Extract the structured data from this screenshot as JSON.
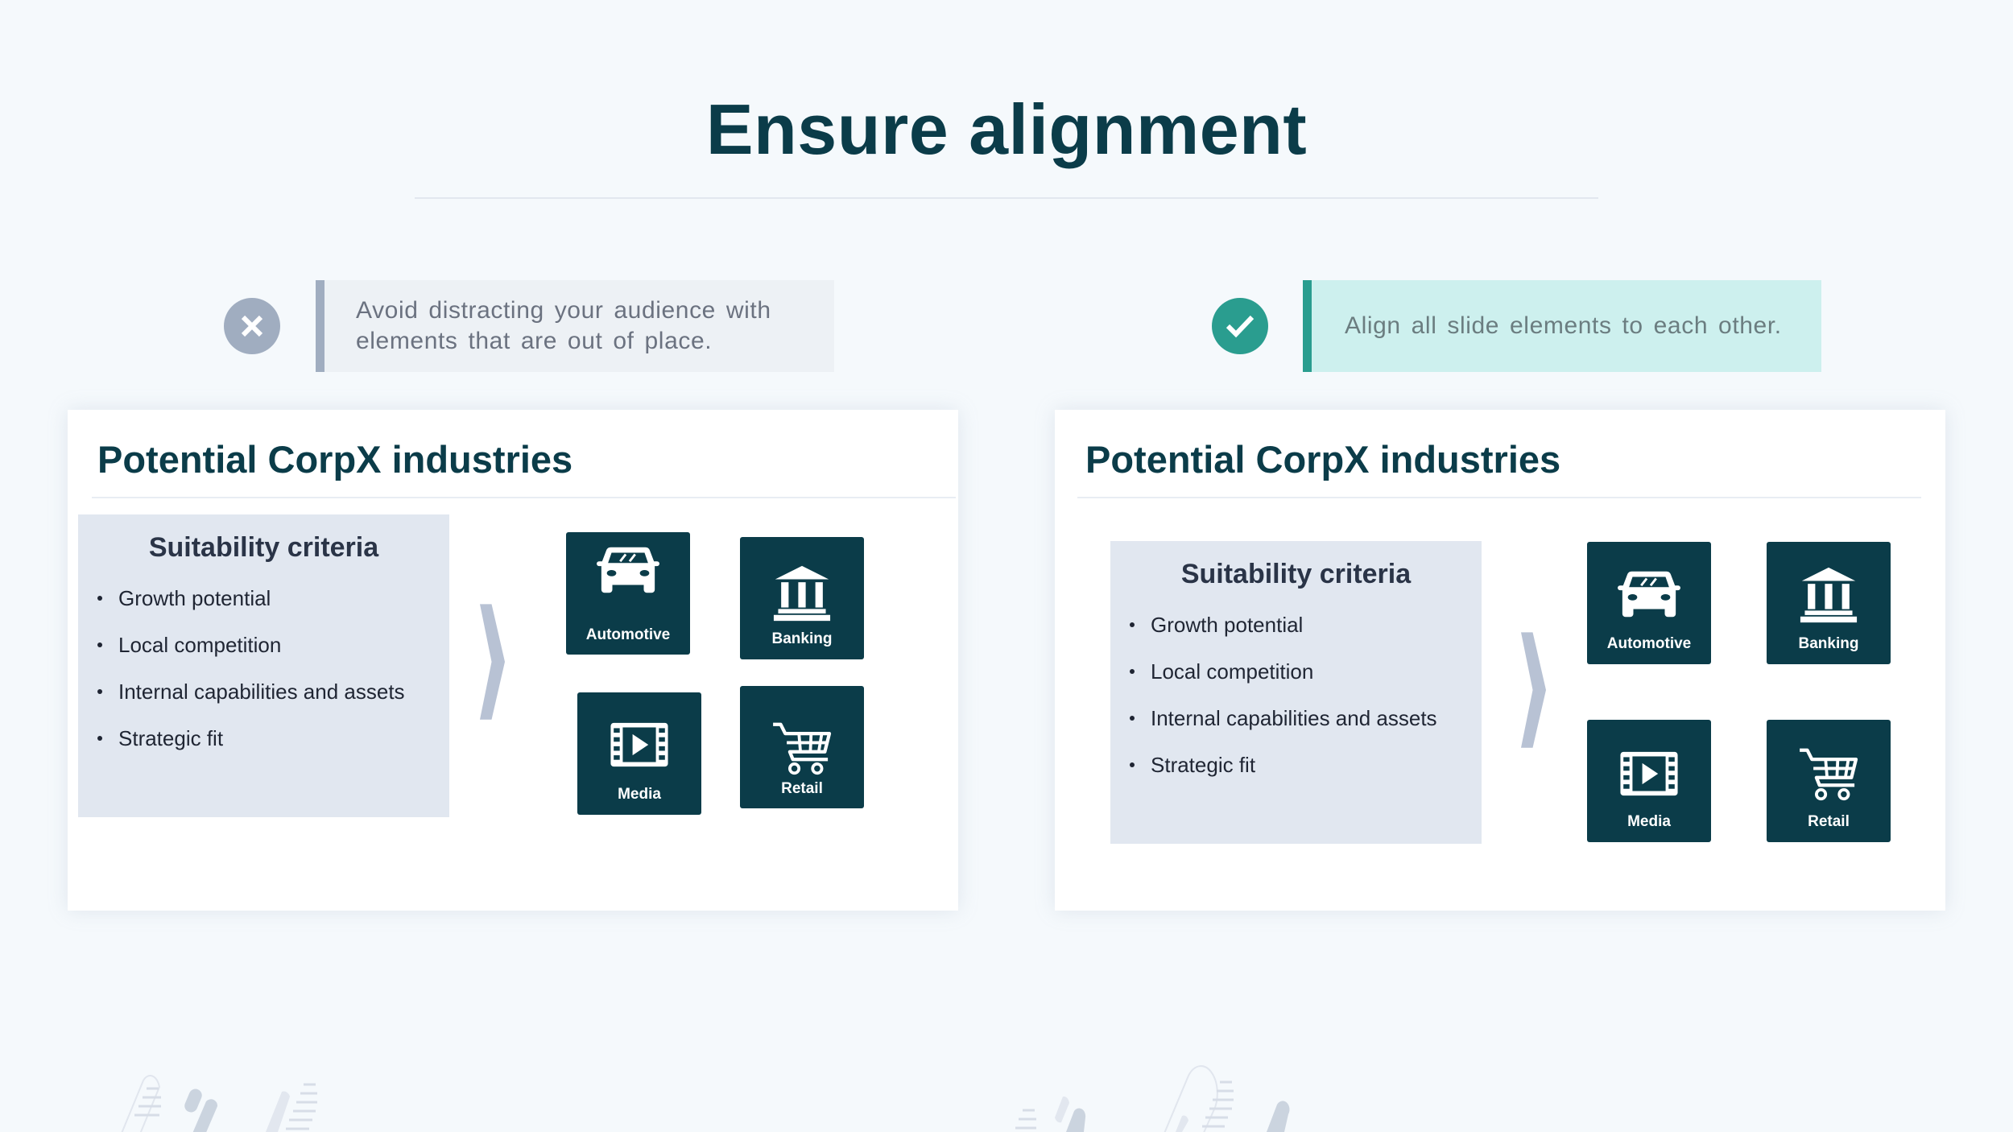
{
  "page": {
    "title": "Ensure alignment",
    "colors": {
      "title": "#0b3c49",
      "background": "#f5f9fc",
      "tile": "#0b3c49",
      "bad_accent": "#a0adc0",
      "good_accent": "#2a9d8f",
      "bad_callout_bg": "#edf1f5",
      "good_callout_bg": "#cdf0ee",
      "criteria_bg": "#e1e7f0",
      "chevron": "#b8c2d4"
    }
  },
  "bad_example": {
    "status_icon": "x-circle-icon",
    "callout_text": "Avoid distracting your audience with elements that are out of place.",
    "card": {
      "title": "Potential CorpX industries",
      "criteria_title": "Suitability criteria",
      "criteria": [
        "Growth potential",
        "Local competition",
        "Internal capabilities and assets",
        "Strategic fit"
      ],
      "chevron_icon": "chevron-right-icon",
      "tiles": [
        {
          "label": "Automotive",
          "icon": "car-icon"
        },
        {
          "label": "Banking",
          "icon": "bank-icon"
        },
        {
          "label": "Media",
          "icon": "film-play-icon"
        },
        {
          "label": "Retail",
          "icon": "shopping-cart-icon"
        }
      ]
    }
  },
  "good_example": {
    "status_icon": "check-circle-icon",
    "callout_text": "Align all slide elements to each other.",
    "card": {
      "title": "Potential CorpX industries",
      "criteria_title": "Suitability criteria",
      "criteria": [
        "Growth potential",
        "Local competition",
        "Internal capabilities and assets",
        "Strategic fit"
      ],
      "chevron_icon": "chevron-right-icon",
      "tiles": [
        {
          "label": "Automotive",
          "icon": "car-icon"
        },
        {
          "label": "Banking",
          "icon": "bank-icon"
        },
        {
          "label": "Media",
          "icon": "film-play-icon"
        },
        {
          "label": "Retail",
          "icon": "shopping-cart-icon"
        }
      ]
    }
  }
}
